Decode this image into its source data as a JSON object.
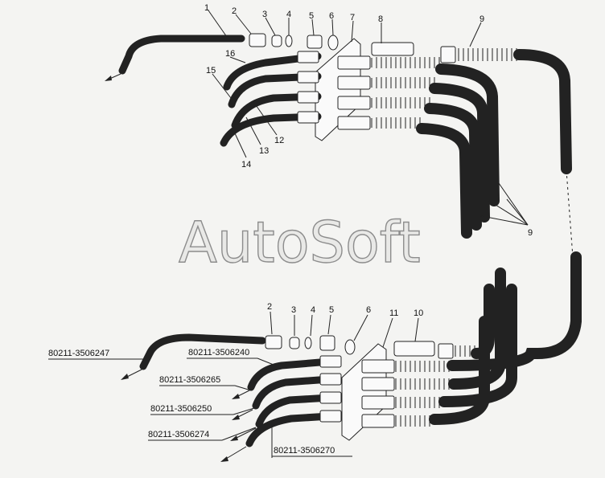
{
  "watermark": "AutoSoft",
  "callouts_top": [
    "1",
    "2",
    "3",
    "4",
    "5",
    "6",
    "7",
    "8",
    "9",
    "16",
    "15",
    "12",
    "13",
    "14"
  ],
  "callouts_bottom": [
    "2",
    "3",
    "4",
    "5",
    "6",
    "11",
    "10"
  ],
  "callout_9_group": "9",
  "part_numbers": [
    "80211-3506247",
    "80211-3506240",
    "80211-3506265",
    "80211-3506250",
    "80211-3506274",
    "80211-3506270"
  ]
}
